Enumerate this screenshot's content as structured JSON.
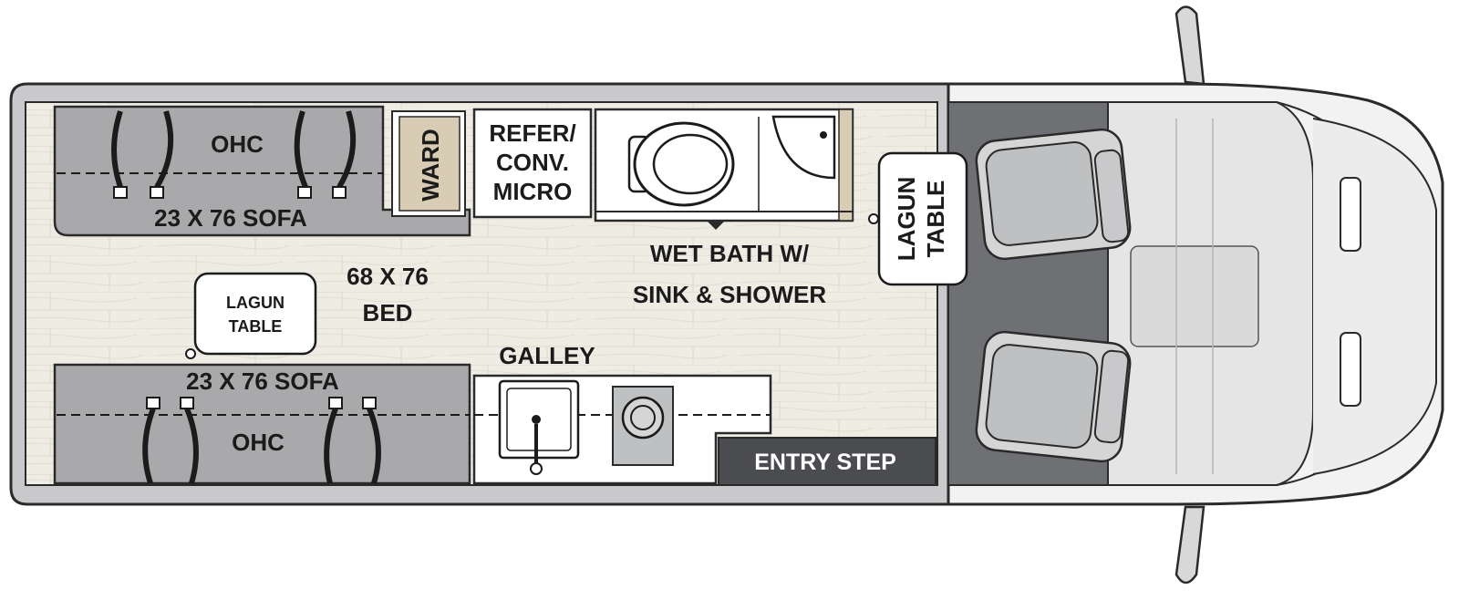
{
  "floorplan": {
    "labels": {
      "ohc_top": "OHC",
      "sofa_top": "23 X 76 SOFA",
      "ward": "WARD",
      "refer_line1": "REFER/",
      "refer_line2": "CONV.",
      "refer_line3": "MICRO",
      "wetbath_line1": "WET BATH W/",
      "wetbath_line2": "SINK & SHOWER",
      "lagun_front_line1": "LAGUN",
      "lagun_front_line2": "TABLE",
      "bed_line1": "68 X 76",
      "bed_line2": "BED",
      "lagun_rear_line1": "LAGUN",
      "lagun_rear_line2": "TABLE",
      "galley": "GALLEY",
      "sofa_bottom": "23 X 76 SOFA",
      "ohc_bottom": "OHC",
      "entry_step": "ENTRY STEP"
    },
    "colors": {
      "floor": "#efece4",
      "cabinet_gray": "#a9a9ab",
      "wall_gray": "#c9c9cb",
      "cab_dark": "#6f7074",
      "entry_dark": "#4b4c50",
      "ward_wood": "#d9ccb4",
      "outline": "#2a2a2a"
    }
  }
}
